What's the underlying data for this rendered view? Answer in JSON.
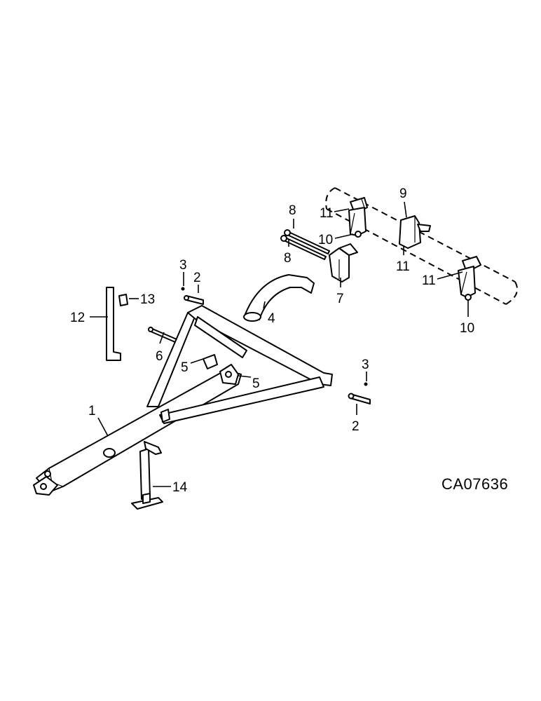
{
  "drawing_code": "CA07636",
  "callouts": {
    "c1": "1",
    "c2a": "2",
    "c2b": "2",
    "c3a": "3",
    "c3b": "3",
    "c4": "4",
    "c5a": "5",
    "c5b": "5",
    "c6": "6",
    "c7": "7",
    "c8a": "8",
    "c8b": "8",
    "c9": "9",
    "c10a": "10",
    "c10b": "10",
    "c11a": "11",
    "c11b": "11",
    "c11c": "11",
    "c12": "12",
    "c13": "13",
    "c14": "14"
  }
}
